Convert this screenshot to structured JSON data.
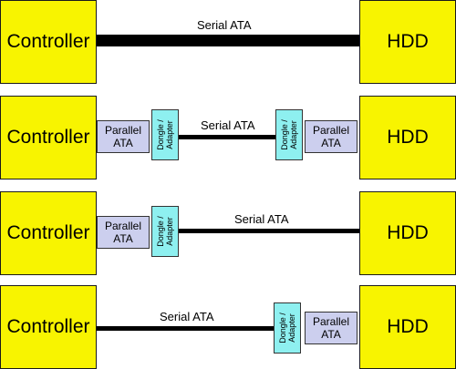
{
  "labels": {
    "controller": "Controller",
    "hdd": "HDD",
    "serial_ata": "Serial ATA",
    "parallel_ata": "Parallel\nATA",
    "dongle_adapter": "Dongle /\nAdapter"
  },
  "colors": {
    "device_fill": "#f8f400",
    "parallel_ata_fill": "#cccfee",
    "dongle_fill": "#8ef0f0"
  }
}
